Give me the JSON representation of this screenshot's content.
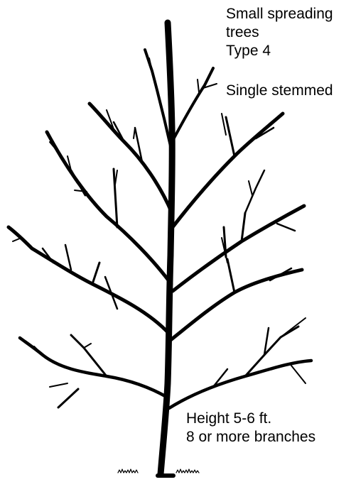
{
  "labels": {
    "title_line1": "Small spreading",
    "title_line2": "trees",
    "title_line3": "Type 4",
    "stem": "Single stemmed",
    "height": "Height 5-6 ft.",
    "branches": "8 or more branches"
  },
  "colors": {
    "ink": "#000000",
    "background": "#ffffff"
  }
}
